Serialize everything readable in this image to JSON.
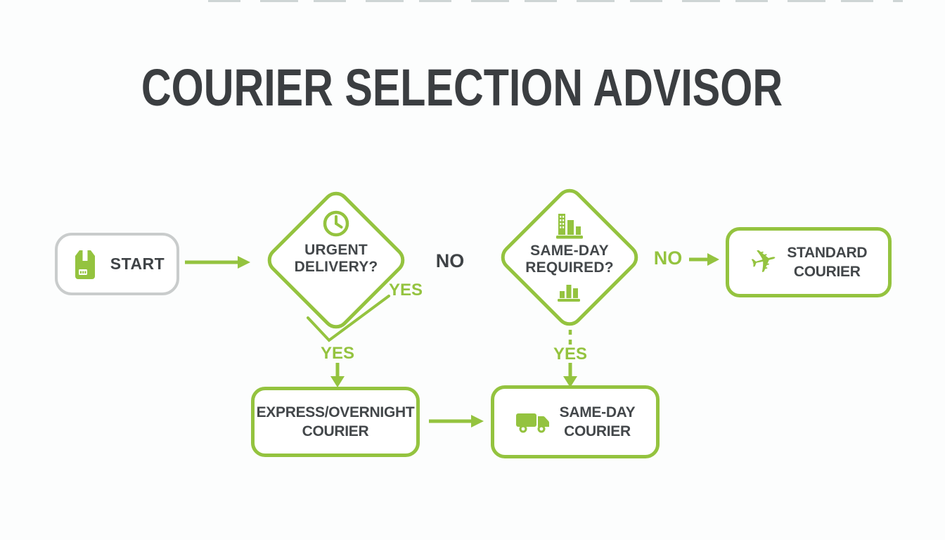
{
  "title": "COURIER SELECTION ADVISOR",
  "colors": {
    "accent_green": "#94c33f",
    "text_dark": "#3f4346",
    "start_border_gray": "#c9cccc",
    "background": "#fcfdfd"
  },
  "start": {
    "label": "START",
    "icon": "package-icon"
  },
  "decision_urgent": {
    "icon": "clock-icon",
    "line1": "URGENT",
    "line2": "DELIVERY?",
    "yes_edge_label": "YES",
    "yes_label": "YES",
    "no_label": "NO"
  },
  "decision_same_day": {
    "icon_top": "building-chart-icon",
    "icon_bottom": "bar-chart-icon",
    "line1": "SAME-DAY",
    "line2": "REQUIRED?",
    "yes_label": "YES",
    "no_label": "NO"
  },
  "outcome_express": {
    "line1": "EXPRESS/OVERNIGHT",
    "line2": "COURIER"
  },
  "outcome_same_day": {
    "icon": "truck-icon",
    "line1": "SAME-DAY",
    "line2": "COURIER"
  },
  "outcome_standard": {
    "icon": "plane-icon",
    "line1": "STANDARD",
    "line2": "COURIER"
  }
}
